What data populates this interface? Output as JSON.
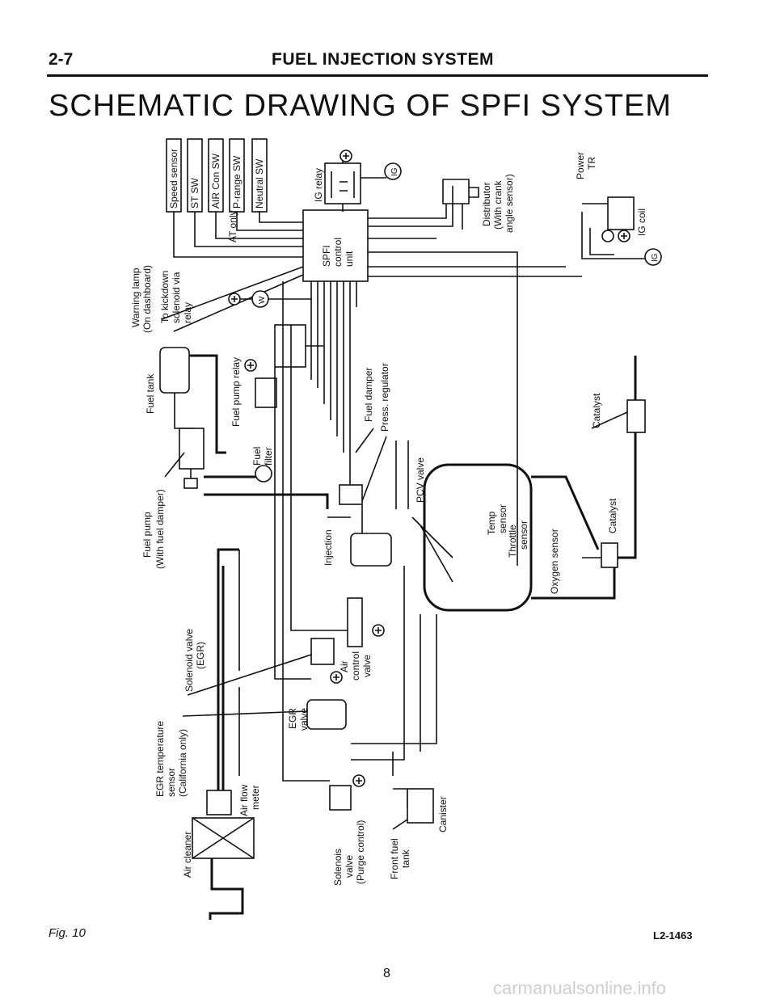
{
  "header": {
    "section": "2-7",
    "title": "FUEL INJECTION SYSTEM"
  },
  "main_title": "SCHEMATIC DRAWING OF SPFI SYSTEM",
  "switches": [
    "Speed sensor",
    "ST SW",
    "AIR Con SW",
    "P-range SW",
    "Neutral SW"
  ],
  "labels": {
    "at_only": "AT only",
    "ig_relay": "IG relay",
    "distributor": "Distributor",
    "distributor_note1": "(With crank",
    "distributor_note2": "angle sensor)",
    "power_tr1": "Power",
    "power_tr2": "TR",
    "ig_coil": "IG coil",
    "ig_symbol": "IG",
    "spfi1": "SPFI",
    "spfi2": "control",
    "spfi3": "unit",
    "warning1": "Warning lamp",
    "warning2": "(On dashboard)",
    "kickdown1": "To kickdown",
    "kickdown2": "solenoid via",
    "kickdown3": "relay",
    "fuel_tank": "Fuel tank",
    "fuel_pump_relay": "Fuel pump relay",
    "fuel_damper": "Fuel damper",
    "press_regulator": "Press. regulator",
    "catalyst_upper": "Catalyst",
    "fuel_filter1": "Fuel",
    "fuel_filter2": "filter",
    "pcv_valve": "PCV valve",
    "fuel_pump1": "Fuel pump",
    "fuel_pump2": "(With fuel damper)",
    "injection": "Injection",
    "temp1": "Temp",
    "temp2": "sensor",
    "throttle1": "Throttle",
    "throttle2": "sensor",
    "oxygen_sensor": "Oxygen sensor",
    "catalyst_lower": "Catalyst",
    "solenoid_egr1": "Solenoid valve",
    "solenoid_egr2": "(EGR)",
    "air_control1": "Air",
    "air_control2": "control",
    "air_control3": "valve",
    "egr_temp1": "EGR temperature",
    "egr_temp2": "sensor",
    "egr_temp3": "(California only)",
    "egr_valve1": "EGR",
    "egr_valve2": "valve",
    "air_flow1": "Air flow",
    "air_flow2": "meter",
    "air_cleaner": "Air cleaner",
    "solenoid_purge1": "Solenois",
    "solenoid_purge2": "valve",
    "solenoid_purge3": "(Purge control)",
    "front_fuel1": "Front fuel",
    "front_fuel2": "tank",
    "canister": "Canister",
    "w_symbol": "W"
  },
  "footer": {
    "figure": "Fig. 10",
    "code": "L2-1463",
    "page": "8",
    "watermark": "carmanualsonline.info"
  }
}
